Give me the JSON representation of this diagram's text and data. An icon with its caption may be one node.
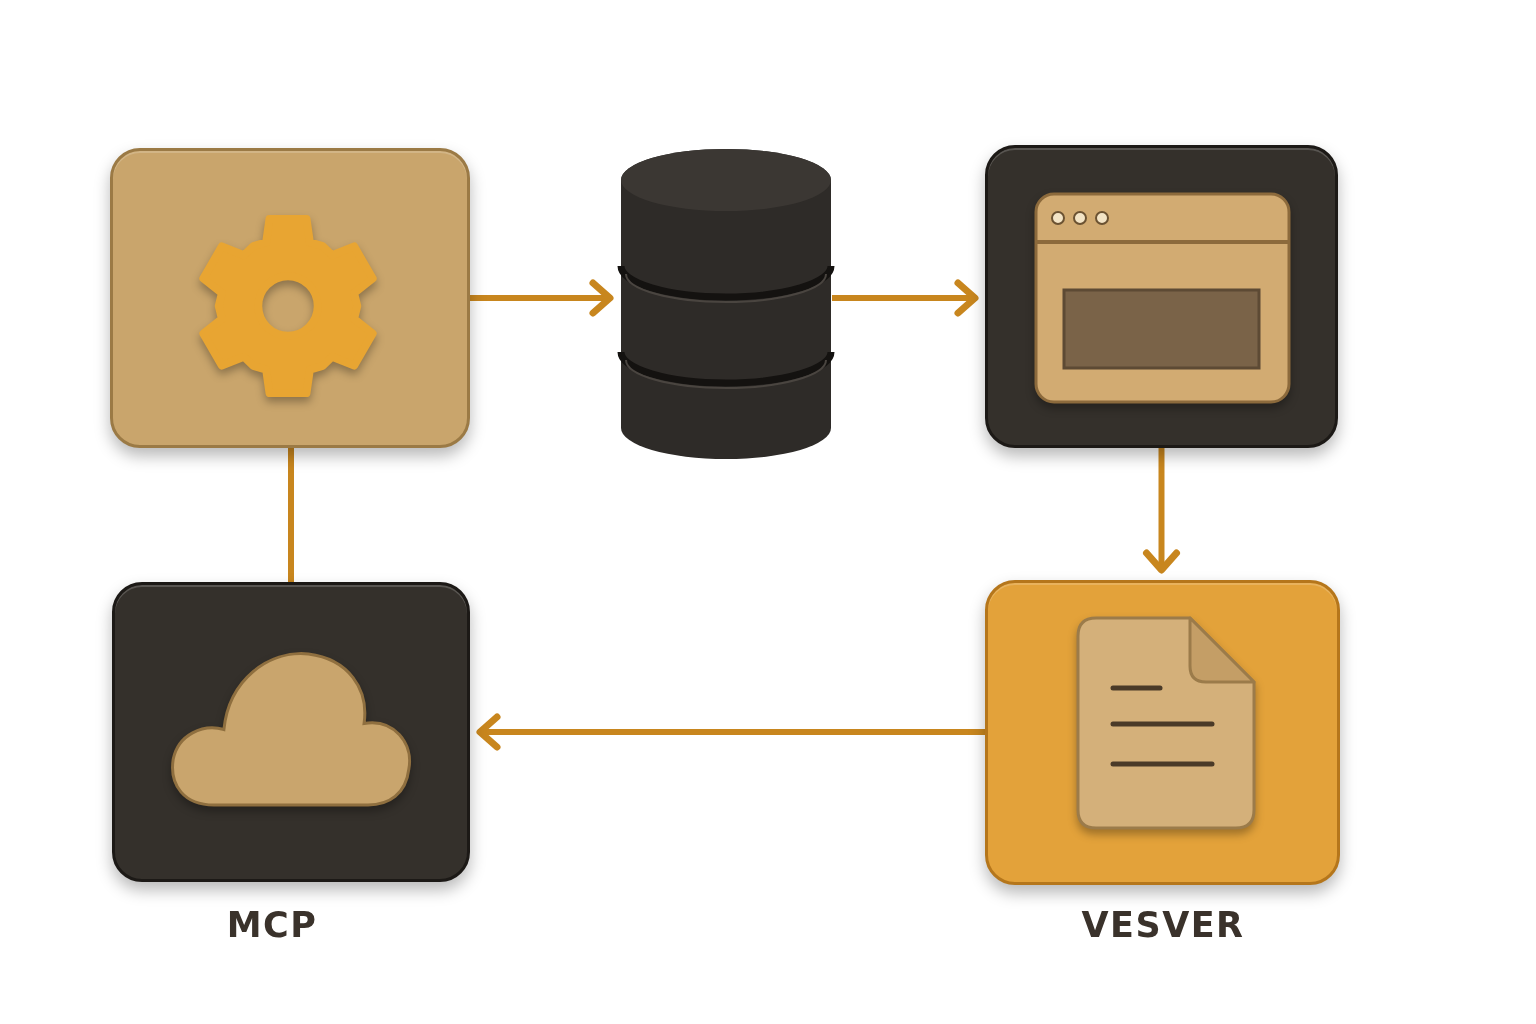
{
  "diagram": {
    "nodes": [
      {
        "text": [],
        "shape": "box"
      },
      {
        "text": [],
        "shape": "cylinder"
      },
      {
        "text": [],
        "shape": "box"
      },
      {
        "text": [],
        "shape": "box",
        "beside": [
          "VESVER"
        ]
      },
      {
        "text": [],
        "shape": "box",
        "beside": [
          "MCP"
        ]
      }
    ],
    "edges": [
      {
        "from": 0,
        "to": 1,
        "arrow": "to"
      },
      {
        "from": 1,
        "to": 2,
        "arrow": "to"
      },
      {
        "from": 2,
        "to": 3,
        "arrow": "to"
      },
      {
        "from": 3,
        "to": 4,
        "arrow": "to"
      },
      {
        "from": 0,
        "to": 4,
        "arrow": "none"
      }
    ]
  }
}
